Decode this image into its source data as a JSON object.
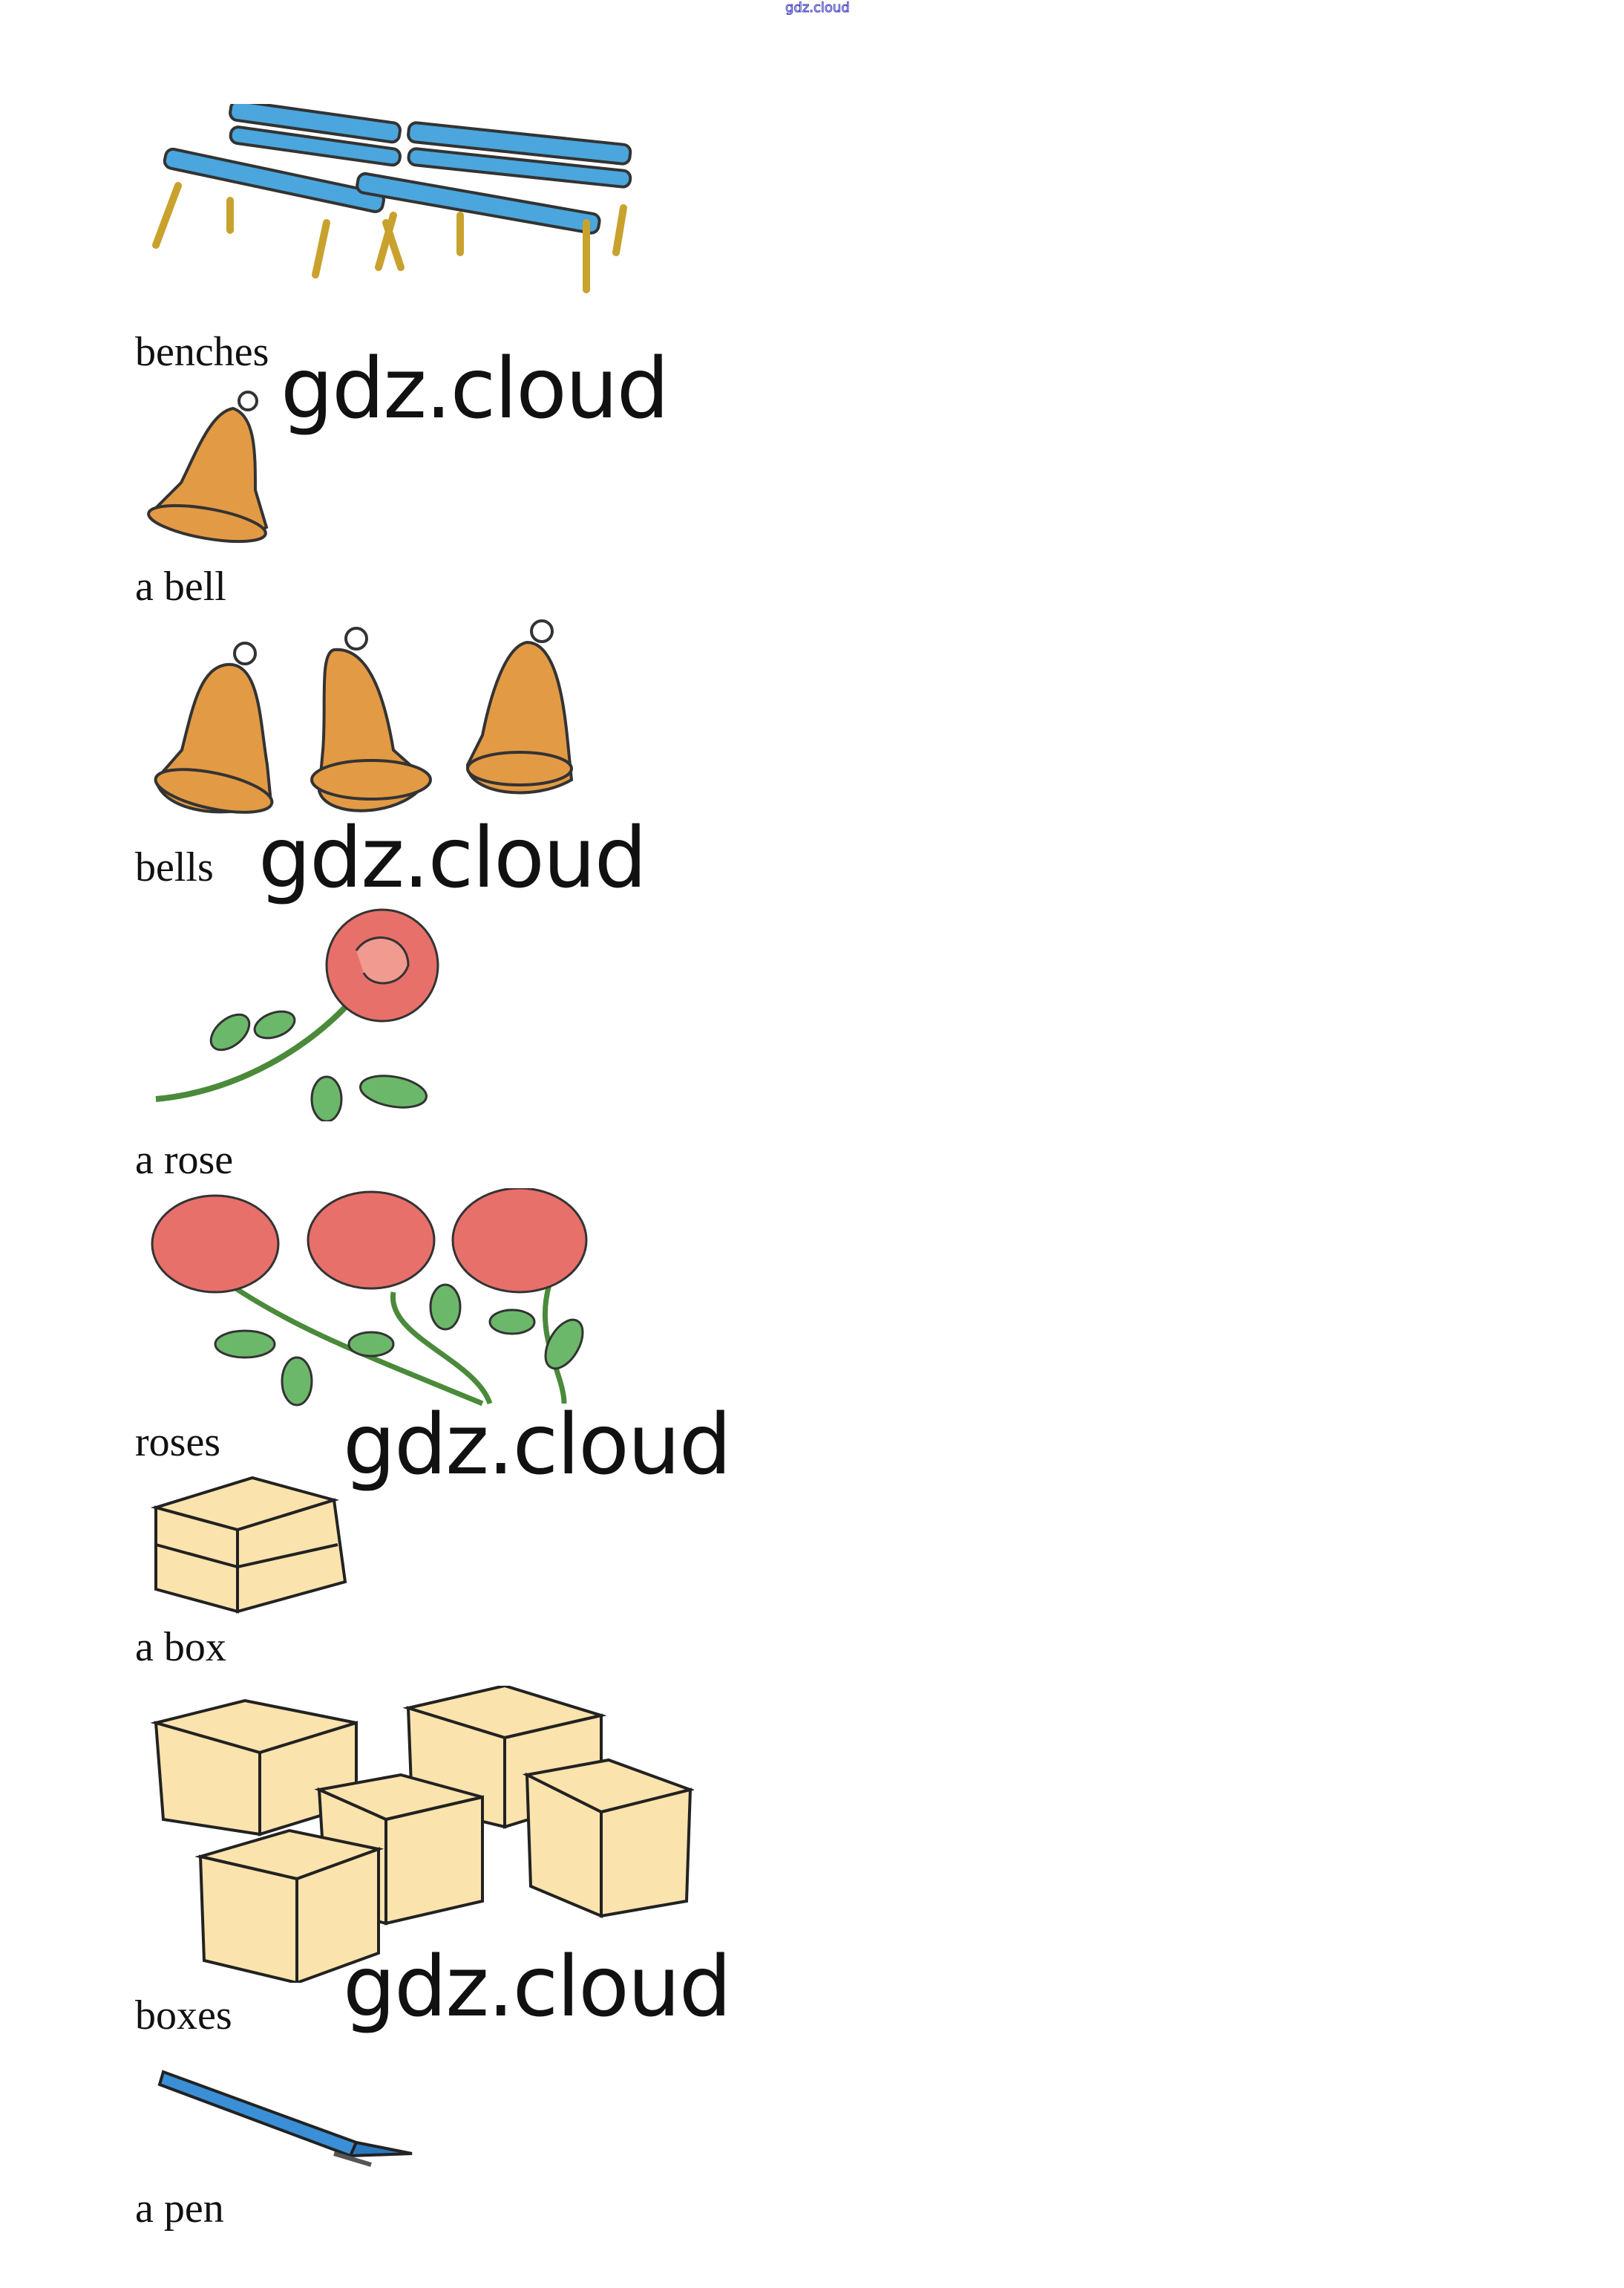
{
  "header": {
    "watermark": "gdz.cloud"
  },
  "watermark_text": "gdz.cloud",
  "items": [
    {
      "label": "benches",
      "picture": "two-benches"
    },
    {
      "label": "a bell",
      "picture": "bell"
    },
    {
      "label": "bells",
      "picture": "three-bells"
    },
    {
      "label": "a rose",
      "picture": "rose"
    },
    {
      "label": "roses",
      "picture": "three-roses"
    },
    {
      "label": "a box",
      "picture": "box"
    },
    {
      "label": "boxes",
      "picture": "five-boxes"
    },
    {
      "label": "a pen",
      "picture": "pen"
    }
  ],
  "colors": {
    "bench": "#4aa6dc",
    "bell": "#e39a45",
    "rose": "#e8706a",
    "leaf": "#6cb86a",
    "box": "#fbe3ad",
    "pen": "#3a8fd6",
    "header": "#4040c0"
  }
}
